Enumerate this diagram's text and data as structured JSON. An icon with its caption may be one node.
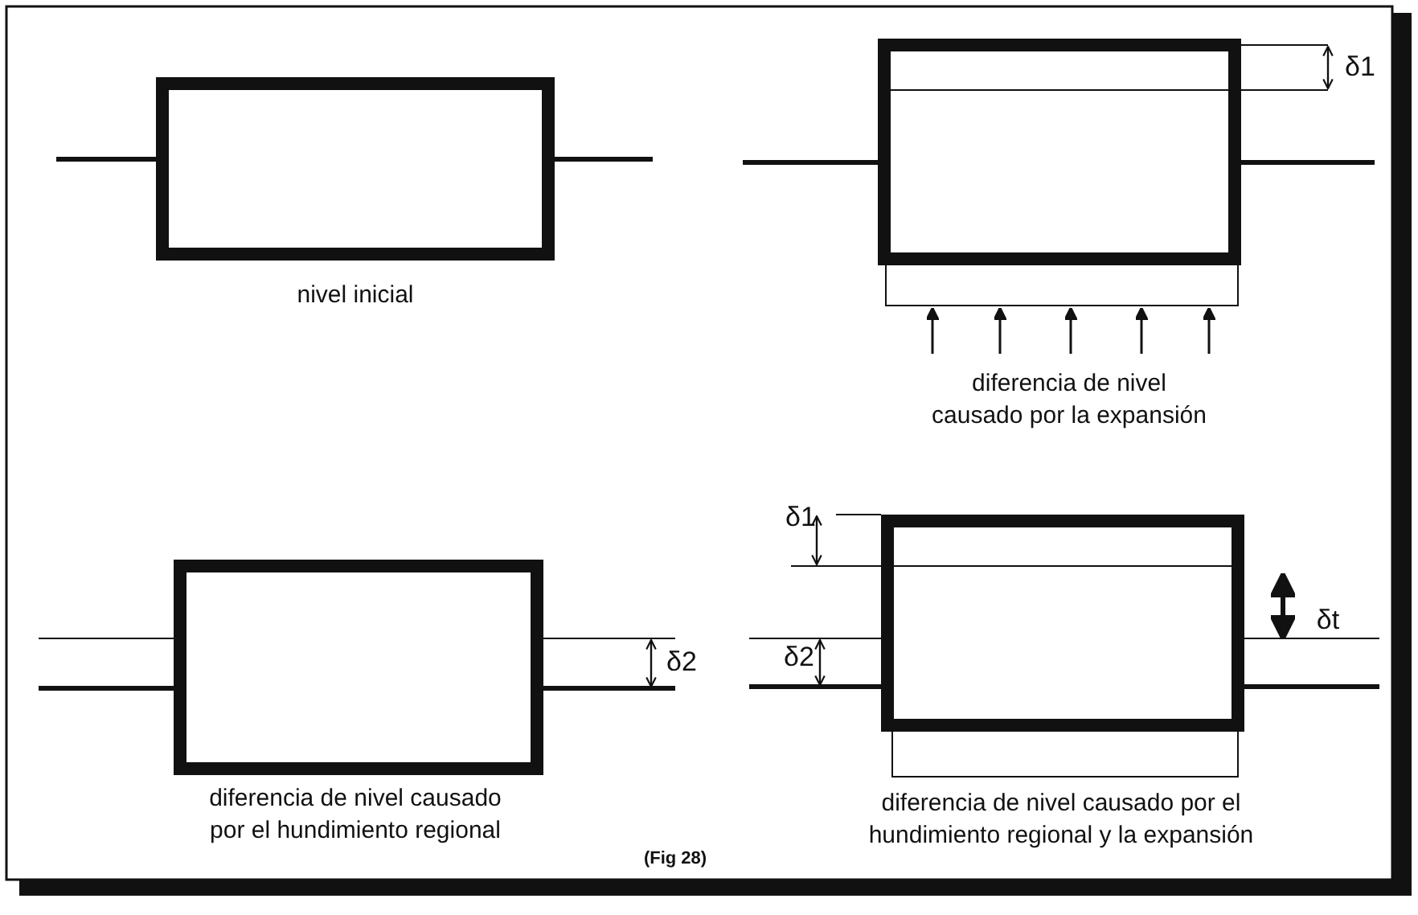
{
  "diagram": {
    "caption": "(Fig 28)",
    "labels": [
      "δ1",
      "nivel inicial",
      "diferencia de nivel causado por la expansión",
      "δ1",
      "δ2",
      "δ2",
      "δt",
      "diferencia de nivel causado por el hundimiento regional",
      "diferencia de nivel causado por el hundimiento regional y la expansión"
    ]
  }
}
